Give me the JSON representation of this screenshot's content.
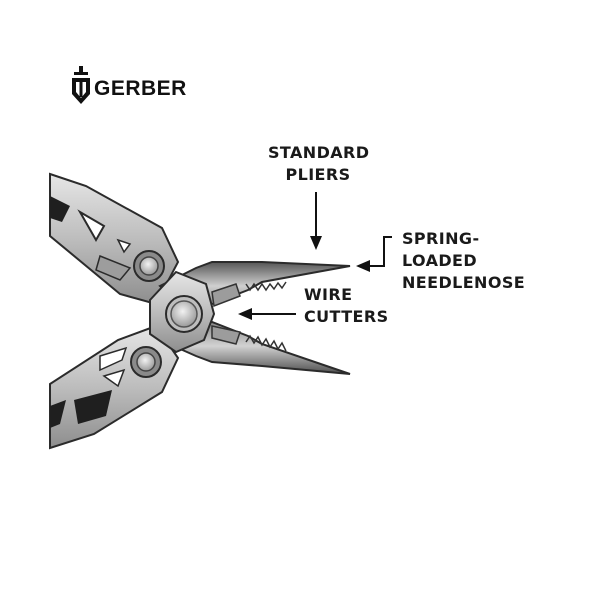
{
  "brand": {
    "name": "GERBER",
    "logo_icon": "gerber-sword-icon"
  },
  "callouts": {
    "standard_pliers": [
      "STANDARD",
      "PLIERS"
    ],
    "spring_loaded": [
      "SPRING-",
      "LOADED",
      "NEEDLENOSE"
    ],
    "wire_cutters": [
      "WIRE",
      "CUTTERS"
    ]
  },
  "colors": {
    "steel_light": "#d4d4d4",
    "steel_mid": "#a9a9a9",
    "steel_dark": "#6d6d6d",
    "outline": "#2b2b2b",
    "text": "#1a1a1a"
  }
}
